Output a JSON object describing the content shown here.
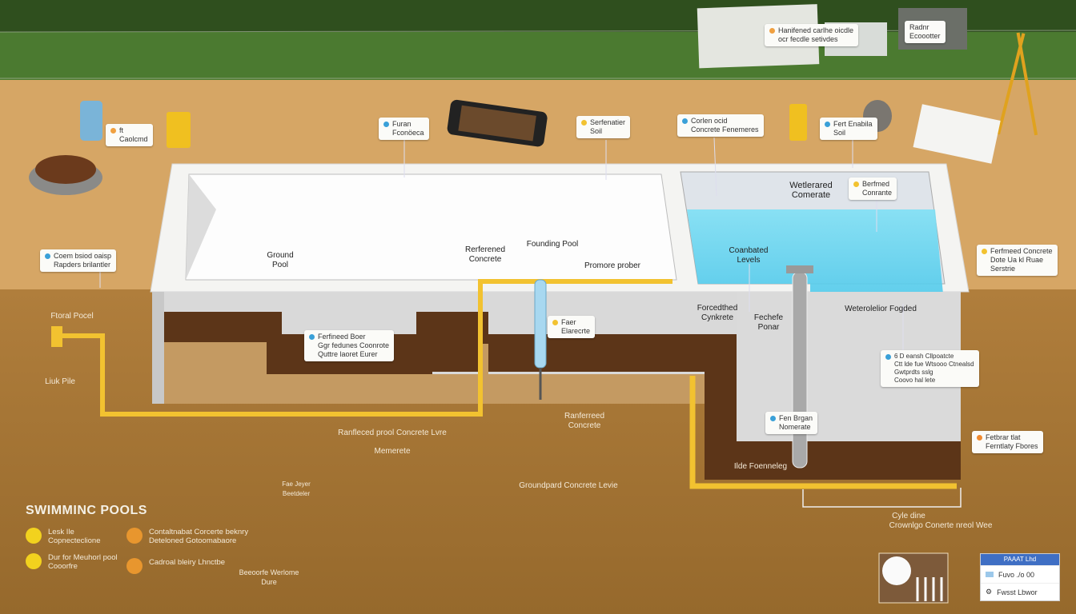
{
  "colors": {
    "grass": "#3f6a2a",
    "ground": "#d6a665",
    "soil": "#a8783a",
    "concrete": "#f3f3f1",
    "water": "#5fd3ef",
    "pipe": "#f2c230",
    "dark_soil": "#5a3418"
  },
  "top_labels": {
    "plan_sign": [
      "Hanifened carlhe oicdle",
      "ocr fecdle setivdes"
    ],
    "board_sign": [
      "Radnr",
      "Ecoootter"
    ]
  },
  "callouts": [
    {
      "lines": [
        "ft",
        "Caolcmd"
      ],
      "dot": "#f0a040"
    },
    {
      "lines": [
        "Furan",
        "Fconöeca"
      ],
      "dot": "#3aa0d8"
    },
    {
      "lines": [
        "Serfenatier",
        "Soil"
      ],
      "dot": "#f2c230"
    },
    {
      "lines": [
        "Corlen ocid",
        "Concrete Fenemeres"
      ],
      "dot": "#3aa0d8"
    },
    {
      "lines": [
        "Fert Enabila",
        "Soil"
      ],
      "dot": "#3aa0d8"
    },
    {
      "lines": [
        "Coem bsiod oaisp",
        "Rapders brilantler"
      ],
      "dot": "#3aa0d8"
    },
    {
      "lines": [
        "Berfmed",
        "Conrante"
      ],
      "dot": "#f2c230"
    },
    {
      "lines": [
        "Ferfmeed Concrete",
        "Dote Ua kl Ruae",
        "Serstrie"
      ],
      "dot": "#f2c230"
    },
    {
      "lines": [
        "Ferfineed Boer",
        "Ggr fedunes Coonrote",
        "Quttre laoret Eurer"
      ],
      "dot": "#3aa0d8"
    },
    {
      "lines": [
        "Faer",
        "Elarecrte"
      ],
      "dot": "#f2c230"
    },
    {
      "lines": [
        "6 D eansh Cllpoatcte",
        "Ctt lde fue Wtsooo Ctnealsd",
        "Gwtprdts sslg",
        "Coovo hal lete"
      ],
      "dot": "#3aa0d8"
    },
    {
      "lines": [
        "Fen Brgan",
        "Nomerate"
      ],
      "dot": "#3aa0d8"
    },
    {
      "lines": [
        "Fetbrar tlat",
        "Ferntlaty Fbores"
      ],
      "dot": "#f08a30"
    }
  ],
  "plain_labels": {
    "ground_pool": "Ground Pool",
    "rerferened": "Rerferened Concrete",
    "founding_pool": "Founding Pool",
    "promore": "Promore prober",
    "wetlerared": "Wetlerared Comerate",
    "coanbated": "Coanbated Levels",
    "forcedthed": "Forcedthed Cynkrete",
    "fechefe": "Fechefe Ponar",
    "weterolelior": "Weterolelior Fogded",
    "ftoral": "Ftoral Pocel",
    "liuk": "Liuk Pile",
    "ranferreed": "Ranferreed Concrete",
    "ranfleced": "Ranfleced prool Concrete Lvre",
    "memerete": "Memerete",
    "fae_jeyer": "Fae Jeyer Beetdeler",
    "groundpard": "Groundpard Concrete Levie",
    "ilde": "Ilde Foenneleg",
    "cyle": "Cyle dine",
    "crownlgo": "Crownlgo Conerte nreol Wee"
  },
  "legend": {
    "title": "SWIMMINC POOLS",
    "items": [
      {
        "text": "Lesk Ile Copnecteclione",
        "color": "#f2d21e"
      },
      {
        "text": "Dur for Meuhorl pool Cooorfre",
        "color": "#f2d21e"
      },
      {
        "text": "Contaltnabat Corcerte beknry Deteloned Gotoomabaore",
        "color": "#e8962e"
      },
      {
        "text": "Cadroal bleiry Lhnctbe",
        "color": "#e8962e"
      }
    ],
    "extra": "Beeoorfe Werlome Dure"
  },
  "inset_panel": {
    "title": "PAAAT Lhd",
    "rows": [
      "Fuvo ./o 00",
      "Fwsst Lbwor"
    ]
  }
}
